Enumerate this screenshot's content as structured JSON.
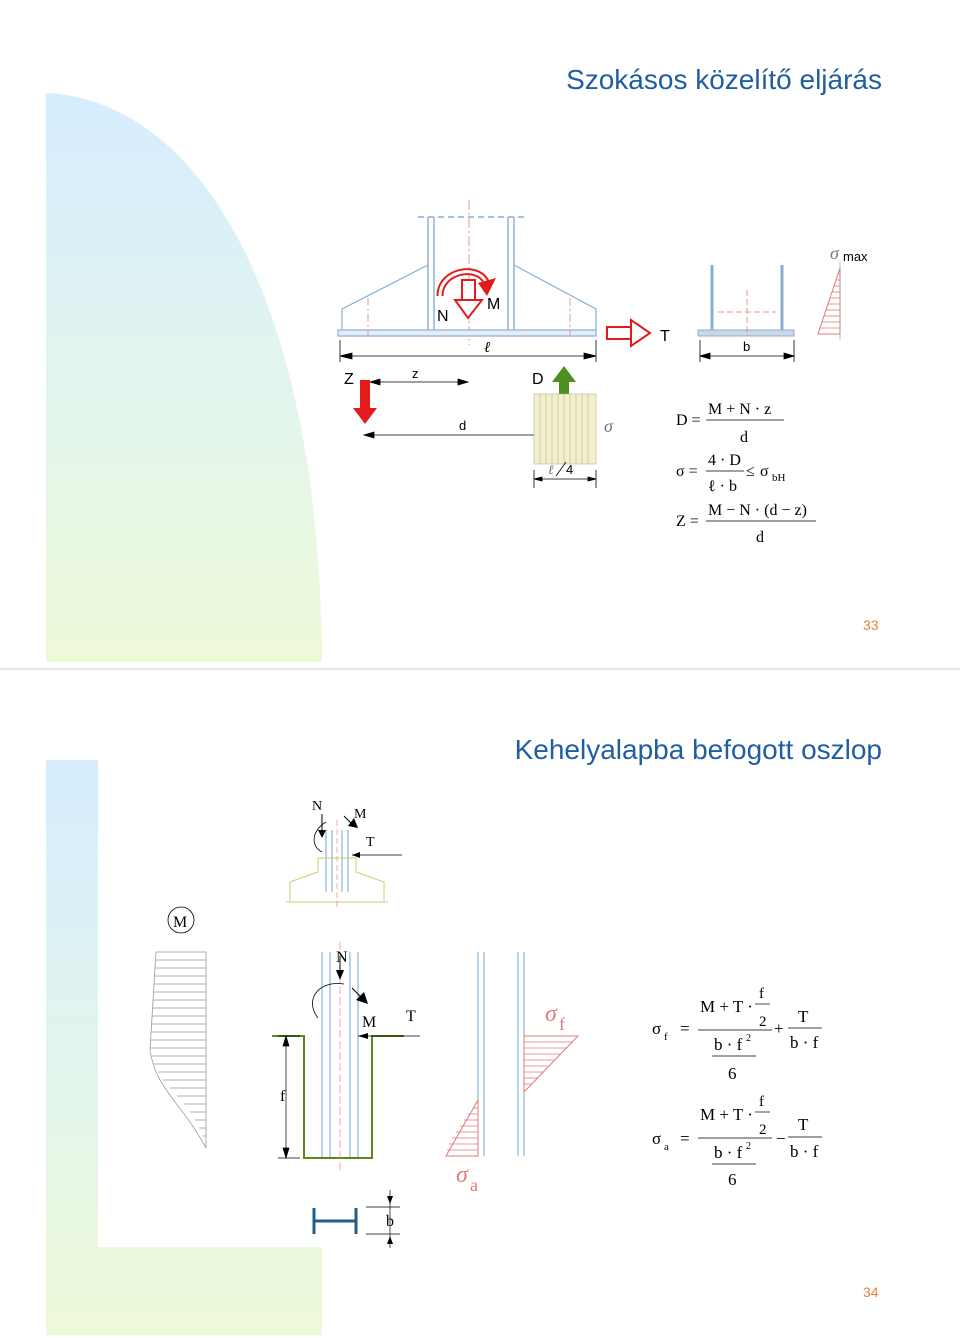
{
  "slides": [
    {
      "title": "Szokásos közelítő eljárás",
      "page_number": "33",
      "labels": {
        "N": "N",
        "M": "M",
        "T": "T",
        "ell": "ℓ",
        "b": "b",
        "Z": "Z",
        "z": "z",
        "D": "D",
        "d": "d",
        "sigma": "σ",
        "sigma_max_symbol": "σ",
        "sigma_max_sub": "max",
        "quarter_ell": "ℓ",
        "quarter_four": "4"
      },
      "formulas": {
        "D_lhs": "D =",
        "D_num": "M + N · z",
        "D_den": "d",
        "s_lhs": "σ =",
        "s_num": "4 · D",
        "s_den": "ℓ · b",
        "s_rel": "≤",
        "s_rhs": "σ",
        "s_rhs_sub": "bH",
        "Z_lhs": "Z =",
        "Z_num": "M − N · (d − z)",
        "Z_den": "d"
      },
      "colors": {
        "arrow_red": "#e31b1b",
        "arrow_green": "#4f8f1f",
        "hatch": "#e07a7a",
        "footing": "#8aaed0"
      }
    },
    {
      "title": "Kehelyalapba befogott oszlop",
      "page_number": "34",
      "labels": {
        "N_small": "N",
        "M_small": "M",
        "T_small": "T",
        "M_circle": "M",
        "N": "N",
        "M": "M",
        "T": "T",
        "f": "f",
        "b": "b",
        "sigma_f": "σ",
        "sigma_f_sub": "f",
        "sigma_a": "σ",
        "sigma_a_sub": "a"
      },
      "formulas": {
        "sf_lhs": "σ",
        "sf_sub": "f",
        "sf_eq": "=",
        "sf_top": "M + T ·",
        "sf_top_f": "f",
        "sf_top_2": "2",
        "sf_mid": "b · f",
        "sf_mid_exp": "2",
        "sf_six": "6",
        "sf_op": "+",
        "sf_T": "T",
        "sf_bf": "b · f",
        "sa_lhs": "σ",
        "sa_sub": "a",
        "sa_eq": "=",
        "sa_top": "M + T ·",
        "sa_top_f": "f",
        "sa_top_2": "2",
        "sa_mid": "b · f",
        "sa_mid_exp": "2",
        "sa_six": "6",
        "sa_op": "−",
        "sa_T": "T",
        "sa_bf": "b · f"
      },
      "colors": {
        "column": "#6fa6d6",
        "socket": "#5b8a1a",
        "hatch": "#e07a7a",
        "bracket": "#1e5f8c"
      }
    }
  ]
}
